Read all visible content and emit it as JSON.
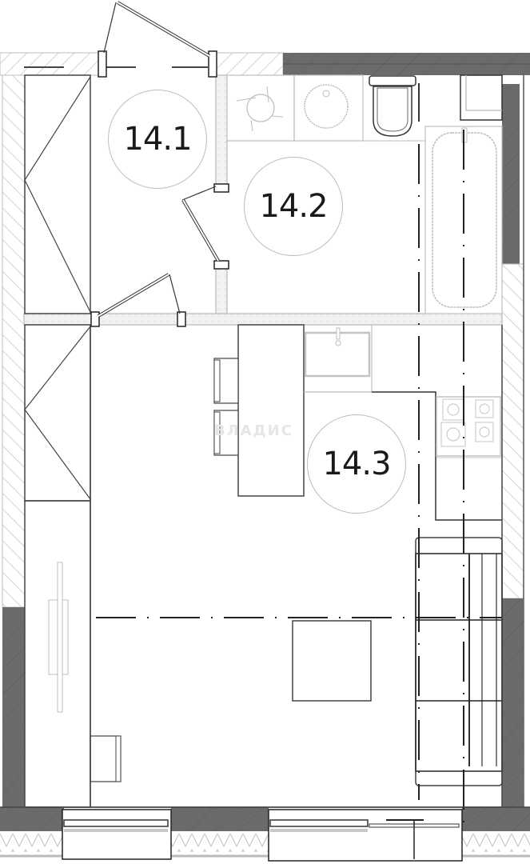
{
  "diagram": {
    "type": "apartment floor plan",
    "colors": {
      "bearing_wall": "#666666",
      "partition_hatch": "#bdbdbd",
      "line": "#333333",
      "fixture_line": "#bdbdbd",
      "background": "#ffffff"
    },
    "rooms": [
      {
        "id": "14.1",
        "label": "14.1",
        "function": "hallway"
      },
      {
        "id": "14.2",
        "label": "14.2",
        "function": "bathroom"
      },
      {
        "id": "14.3",
        "label": "14.3",
        "function": "living room / kitchen"
      }
    ],
    "watermark": "ВЛАДИС",
    "fixtures": [
      "entrance-door",
      "bathroom-door",
      "wardrobe",
      "washing-machine",
      "washbasin",
      "toilet",
      "bathtub",
      "dining-table",
      "chairs",
      "kitchen-sink",
      "stove",
      "sofa",
      "coffee-table",
      "tv-stand",
      "windows"
    ]
  }
}
